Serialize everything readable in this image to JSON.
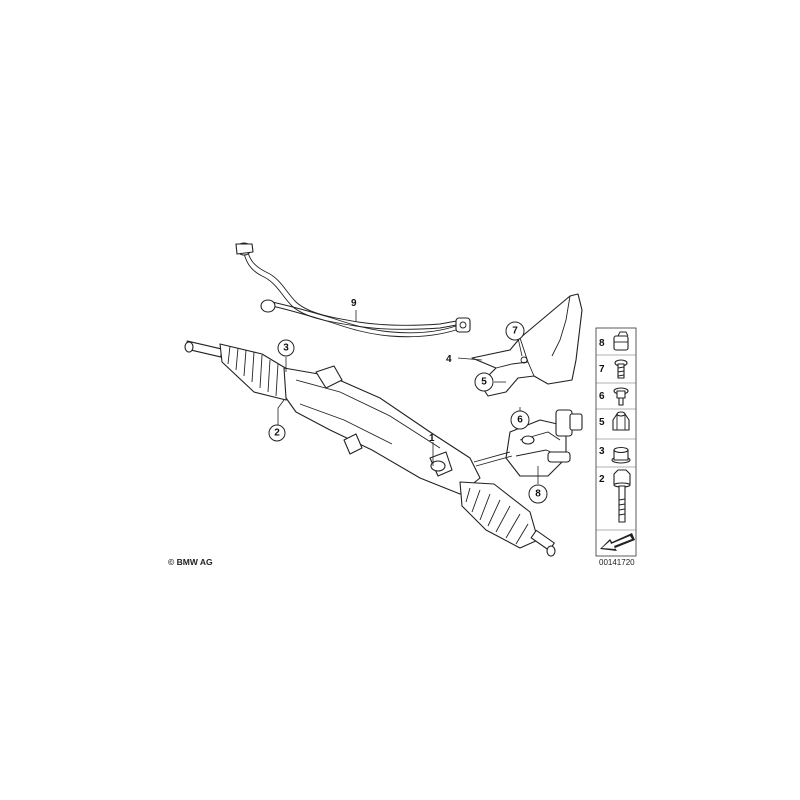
{
  "diagram": {
    "copyright": "© BMW AG",
    "diagram_number": "00141720",
    "callouts": [
      "1",
      "2",
      "3",
      "4",
      "5",
      "6",
      "7",
      "8",
      "9"
    ],
    "legend_items": [
      "8",
      "7",
      "6",
      "5",
      "3",
      "2"
    ]
  }
}
